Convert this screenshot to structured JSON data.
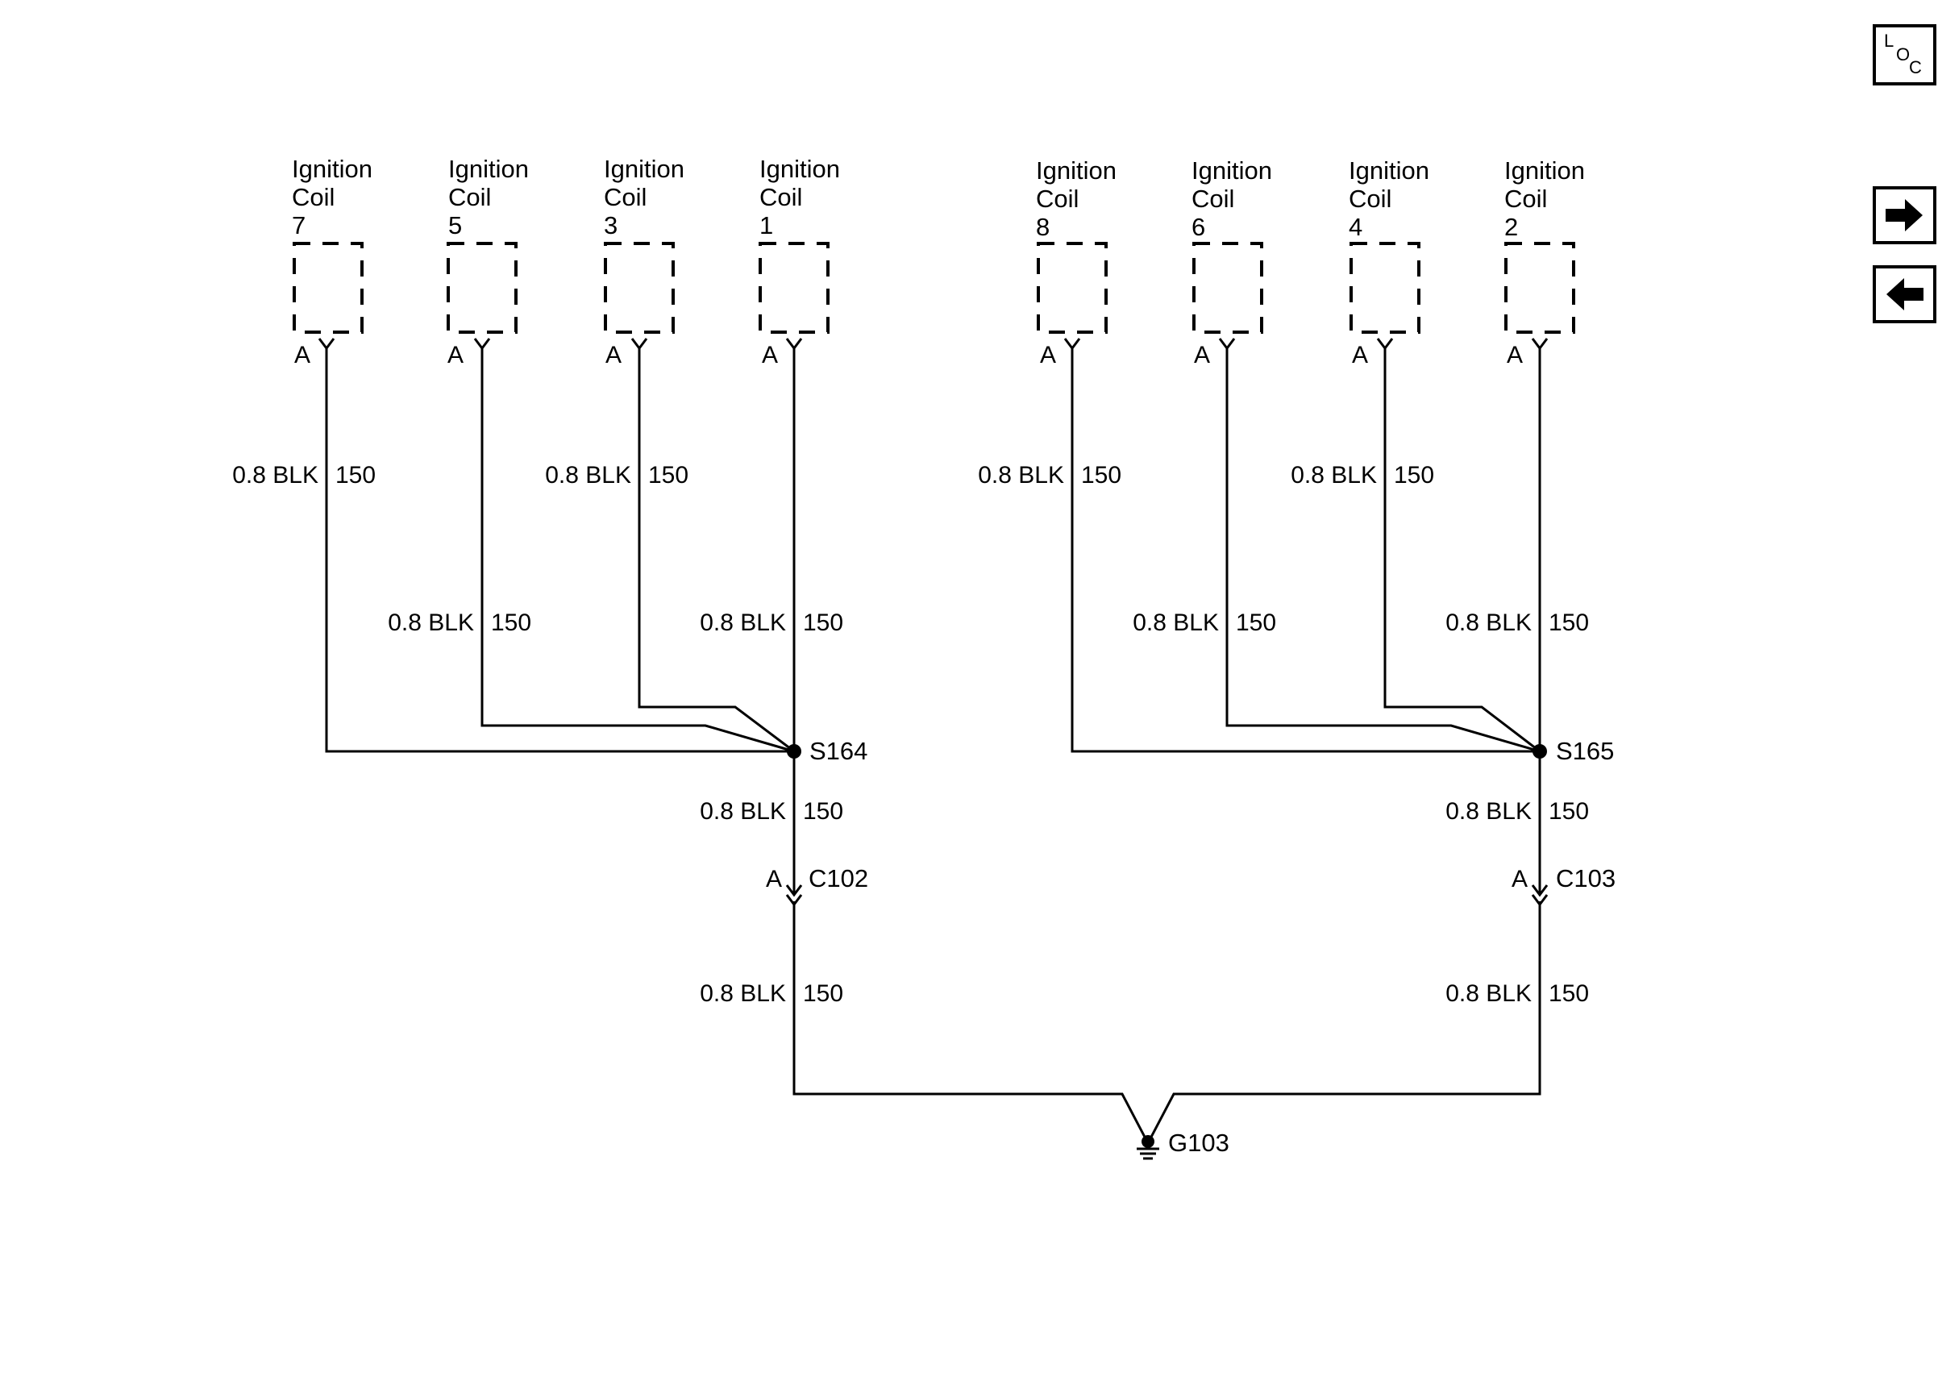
{
  "coils": [
    {
      "title": "Ignition",
      "sub": "Coil",
      "num": "7",
      "pin": "A",
      "gauge": "0.8 BLK",
      "circuit": "150"
    },
    {
      "title": "Ignition",
      "sub": "Coil",
      "num": "5",
      "pin": "A",
      "gauge": "0.8 BLK",
      "circuit": "150"
    },
    {
      "title": "Ignition",
      "sub": "Coil",
      "num": "3",
      "pin": "A",
      "gauge": "0.8 BLK",
      "circuit": "150"
    },
    {
      "title": "Ignition",
      "sub": "Coil",
      "num": "1",
      "pin": "A",
      "gauge": "0.8 BLK",
      "circuit": "150"
    },
    {
      "title": "Ignition",
      "sub": "Coil",
      "num": "8",
      "pin": "A",
      "gauge": "0.8 BLK",
      "circuit": "150"
    },
    {
      "title": "Ignition",
      "sub": "Coil",
      "num": "6",
      "pin": "A",
      "gauge": "0.8 BLK",
      "circuit": "150"
    },
    {
      "title": "Ignition",
      "sub": "Coil",
      "num": "4",
      "pin": "A",
      "gauge": "0.8 BLK",
      "circuit": "150"
    },
    {
      "title": "Ignition",
      "sub": "Coil",
      "num": "2",
      "pin": "A",
      "gauge": "0.8 BLK",
      "circuit": "150"
    }
  ],
  "splices": [
    {
      "id": "S164",
      "below_gauge": "0.8 BLK",
      "below_circuit": "150"
    },
    {
      "id": "S165",
      "below_gauge": "0.8 BLK",
      "below_circuit": "150"
    }
  ],
  "connectors": [
    {
      "id": "C102",
      "pin": "A",
      "below_gauge": "0.8 BLK",
      "below_circuit": "150"
    },
    {
      "id": "C103",
      "pin": "A",
      "below_gauge": "0.8 BLK",
      "below_circuit": "150"
    }
  ],
  "ground": {
    "id": "G103"
  },
  "nav": {
    "loc_top": "L",
    "loc_mid": "O",
    "loc_bot": "C",
    "forward_icon": "arrow-right-icon",
    "back_icon": "arrow-left-icon"
  }
}
